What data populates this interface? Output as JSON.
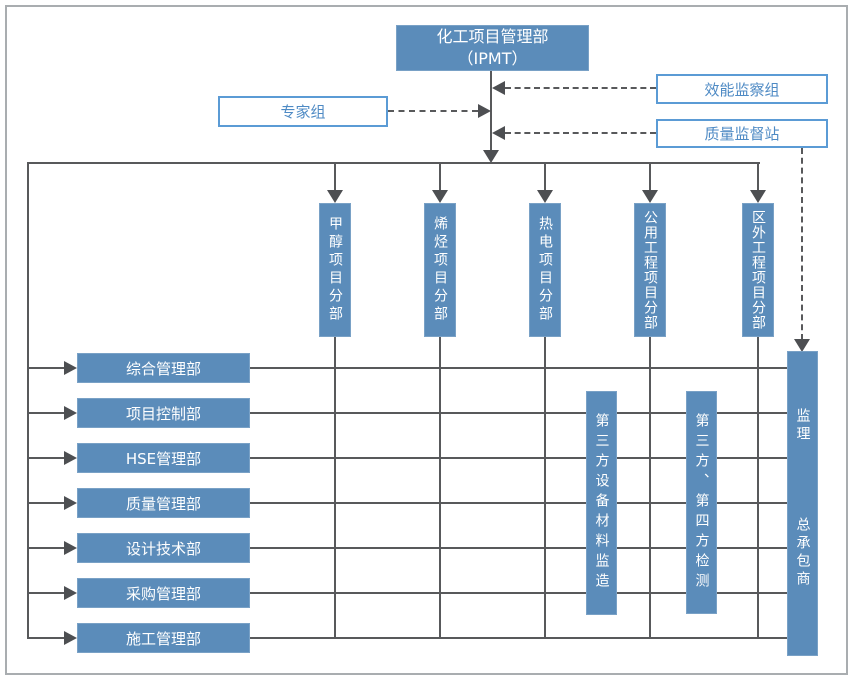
{
  "title_box": {
    "line1": "化工项目管理部",
    "line2": "（IPMT）"
  },
  "advisors": {
    "expert_group": "专家组",
    "efficiency_group": "效能监察组",
    "quality_station": "质量监督站"
  },
  "divisions": [
    "甲醇项目分部",
    "烯烃项目分部",
    "热电项目分部",
    "公用工程项目分部",
    "区外工程项目分部"
  ],
  "departments": [
    "综合管理部",
    "项目控制部",
    "HSE管理部",
    "质量管理部",
    "设计技术部",
    "采购管理部",
    "施工管理部"
  ],
  "third_party": [
    "第三方设备材料监造",
    "第三方、第四方检测"
  ],
  "contractor": {
    "top": "监理",
    "bottom": "总承包商"
  },
  "colors": {
    "box_fill": "#5b8cba",
    "outline_border": "#5b9bd5",
    "outline_text": "#4e8ac4",
    "connector": "#58595b",
    "frame": "#a9adb0"
  }
}
